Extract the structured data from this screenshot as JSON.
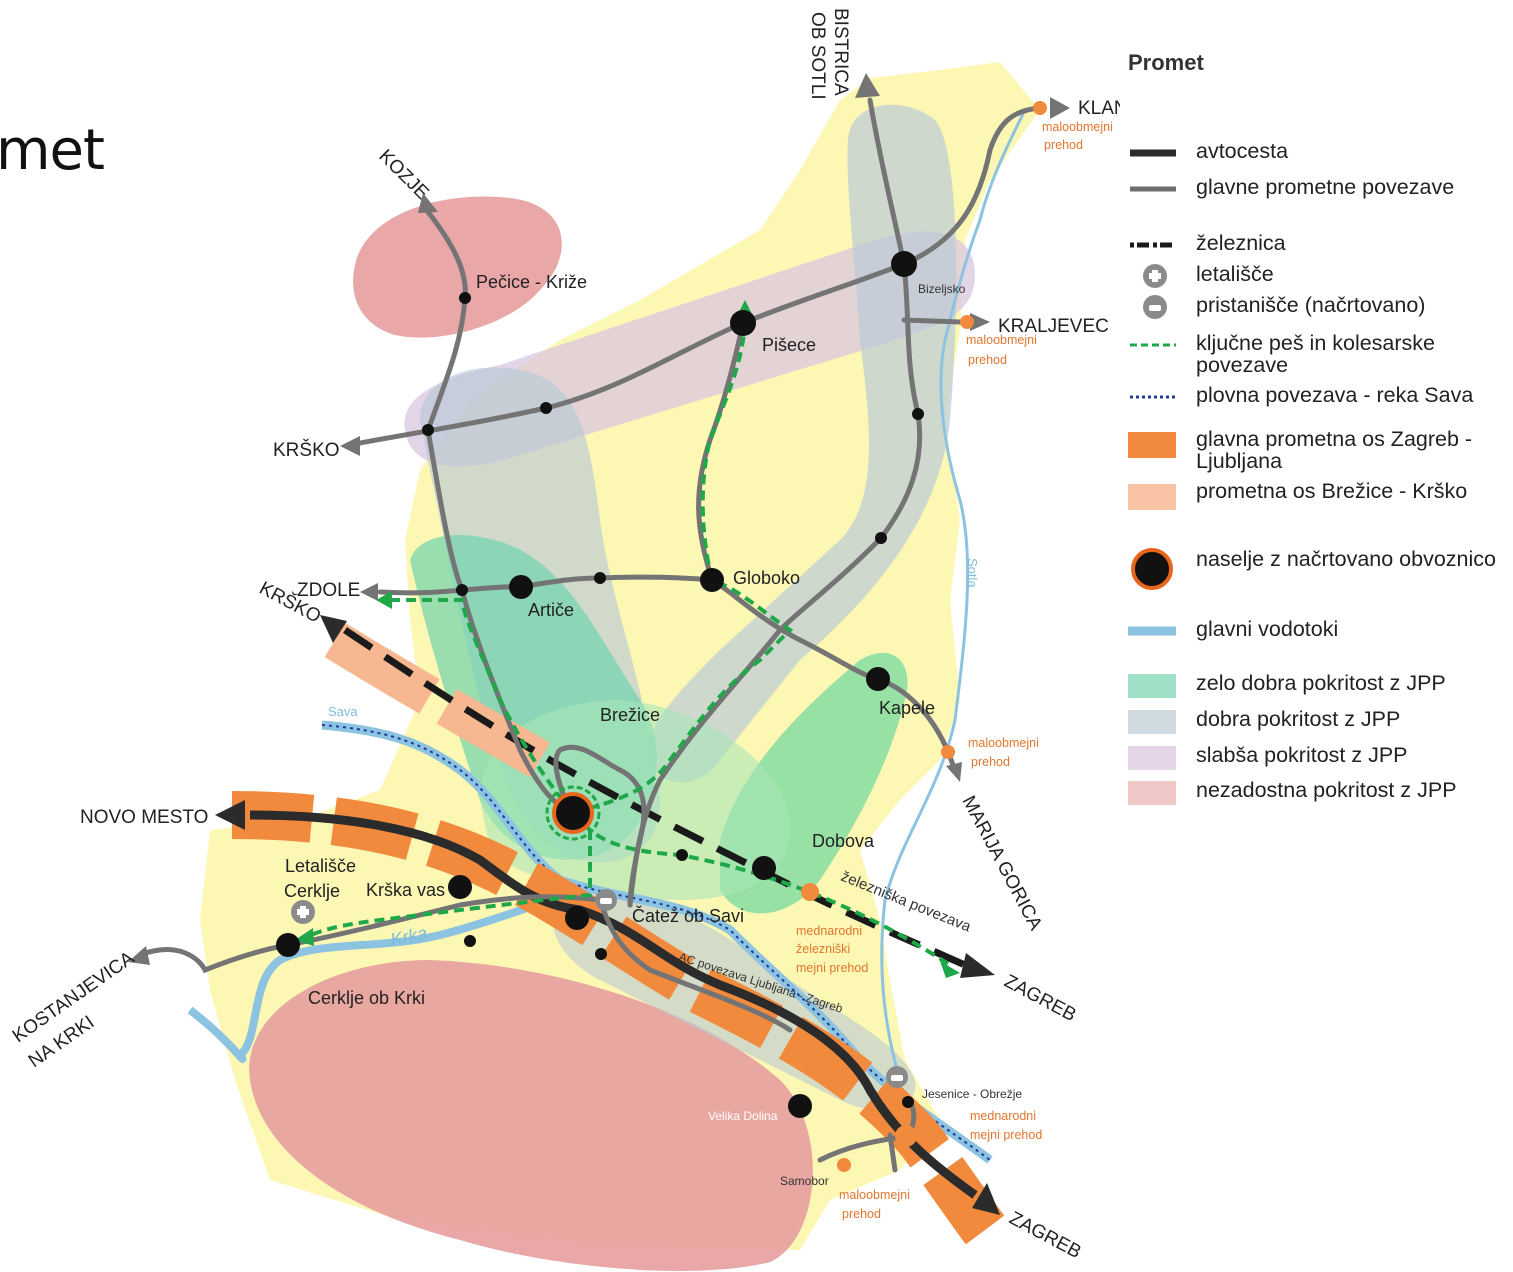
{
  "page": {
    "heading": "met"
  },
  "legend": {
    "title": "Promet",
    "items": [
      {
        "key": "avtocesta",
        "label": "avtocesta",
        "symbol": "motorway-line",
        "color": "#2b2b2b"
      },
      {
        "key": "glavne",
        "label": "glavne prometne povezave",
        "symbol": "main-road-line",
        "color": "#6e6e6e"
      },
      {
        "key": "zeleznica",
        "label": "železnica",
        "symbol": "railway-dash",
        "color": "#1a1a1a"
      },
      {
        "key": "letalisce",
        "label": "letališče",
        "symbol": "airport-icon",
        "color": "#8a8a8a"
      },
      {
        "key": "pristanisce",
        "label": "pristanišče (načrtovano)",
        "symbol": "port-icon",
        "color": "#8a8a8a"
      },
      {
        "key": "pes",
        "label": "ključne peš in kolesarske povezave",
        "symbol": "walk-bike-dash",
        "color": "#1fa84a"
      },
      {
        "key": "plovna",
        "label": "plovna povezava - reka Sava",
        "symbol": "navigation-dots",
        "color": "#1f3b9c"
      },
      {
        "key": "os_zl",
        "label": "glavna prometna os Zagreb - Ljubljana",
        "symbol": "axis-main",
        "color": "#f28a3d"
      },
      {
        "key": "os_bk",
        "label": "prometna os Brežice - Krško",
        "symbol": "axis-secondary",
        "color": "#f9c4a6"
      },
      {
        "key": "obvoznica",
        "label": "naselje z načrtovano obvoznico",
        "symbol": "bypass-settlement",
        "color": "#e8661c"
      },
      {
        "key": "vodotoki",
        "label": "glavni vodotoki",
        "symbol": "water-line",
        "color": "#8cc3e0"
      },
      {
        "key": "jpp1",
        "label": "zelo dobra pokritost z JPP",
        "symbol": "area-very-good",
        "color": "#9fe0c6"
      },
      {
        "key": "jpp2",
        "label": "dobra pokritost z JPP",
        "symbol": "area-good",
        "color": "#cfdbe0"
      },
      {
        "key": "jpp3",
        "label": "slabša pokritost z JPP",
        "symbol": "area-weaker",
        "color": "#e6d5e8"
      },
      {
        "key": "jpp4",
        "label": "nezadostna pokritost z JPP",
        "symbol": "area-insufficient",
        "color": "#f1c8c8"
      }
    ]
  },
  "map": {
    "colors": {
      "base": "#fdf7b4",
      "very_good": "#6fd3ae",
      "good": "#c5d3db",
      "weaker": "#d9c7e0",
      "insufficient": "#ea9f9b",
      "axis_main": "#f28a3d",
      "axis_secondary": "#f7b790",
      "motorway": "#2b2b2b",
      "road": "#747474",
      "river": "#8cc3e0",
      "walk": "#1fa84a",
      "border_crossing": "#f28a3d"
    },
    "directions": {
      "bistrica": "BISTRICA OB SOTLI",
      "kozje": "KOZJE",
      "klanjec": "KLANJEC",
      "kraljevec": "KRALJEVEC",
      "krsko_n": "KRŠKO",
      "zdole": "ZDOLE",
      "krsko_w": "KRŠKO",
      "novo_mesto": "NOVO MESTO",
      "kostanjevica": "KOSTANJEVICA NA KRKI",
      "marija_gorica": "MARIJA GORICA",
      "zagreb_1": "ZAGREB",
      "zagreb_2": "ZAGREB"
    },
    "places": {
      "pecice": "Pečice - Križe",
      "pisece": "Pišece",
      "bizeljsko": "Bizeljsko",
      "globoko": "Globoko",
      "artice": "Artiče",
      "brezice": "Brežice",
      "kapele": "Kapele",
      "dobova": "Dobova",
      "letalisce": "Letališče",
      "cerklje": "Cerklje",
      "krska_vas": "Krška vas",
      "catez": "Čatež ob Savi",
      "cerklje_krka": "Cerklje ob Krki",
      "velika_dolina": "Velika Dolina",
      "jesenice": "Jesenice - Obrežje",
      "samobor": "Samobor"
    },
    "rivers": {
      "sava": "Sava",
      "krka": "Krka",
      "sotla": "Sotla"
    },
    "notes": {
      "maloobmejni_1": "maloobmejni",
      "prehod_1": "prehod",
      "maloobmejni_2": "maloobmejni",
      "prehod_2": "prehod",
      "maloobmejni_3": "maloobmejni",
      "prehod_3": "prehod",
      "maloobmejni_4": "maloobmejni",
      "prehod_4": "prehod",
      "mednarodni_1": "mednarodni",
      "mejni_prehod_1": "mejni prehod",
      "mednarodni_2": "mednarodni",
      "zelezniski": "železniški",
      "mejni_prehod_2": "mejni prehod",
      "zelezniska_povezava": "železniška povezava",
      "ac_povezava": "AC povezava Ljubljana - Zagreb"
    }
  }
}
